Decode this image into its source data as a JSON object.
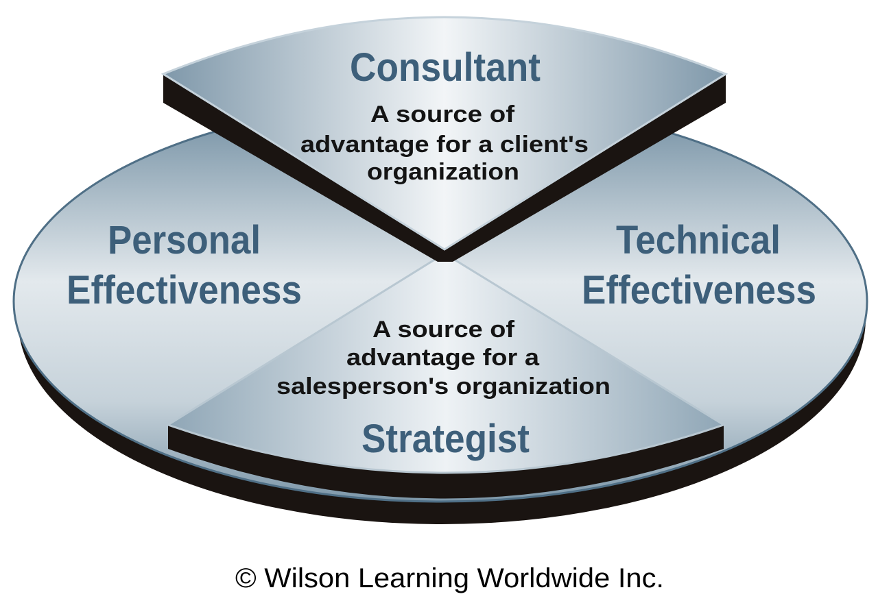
{
  "diagram": {
    "top_segment": {
      "title": "Consultant",
      "lines": [
        "A source of",
        "advantage for a client's",
        "organization"
      ]
    },
    "left_segment": {
      "lines": [
        "Personal",
        "Effectiveness"
      ]
    },
    "right_segment": {
      "lines": [
        "Technical",
        "Effectiveness"
      ]
    },
    "bottom_segment": {
      "title": "Strategist",
      "lines": [
        "A source of",
        "advantage for a",
        "salesperson's organization"
      ]
    }
  },
  "copyright": "© Wilson Learning Worldwide Inc.",
  "colors": {
    "title_text": "#3d5f7a",
    "body_text": "#141414",
    "rim": "#1a1411",
    "face_dark": "#6f8ca0",
    "face_light": "#eef2f4"
  }
}
